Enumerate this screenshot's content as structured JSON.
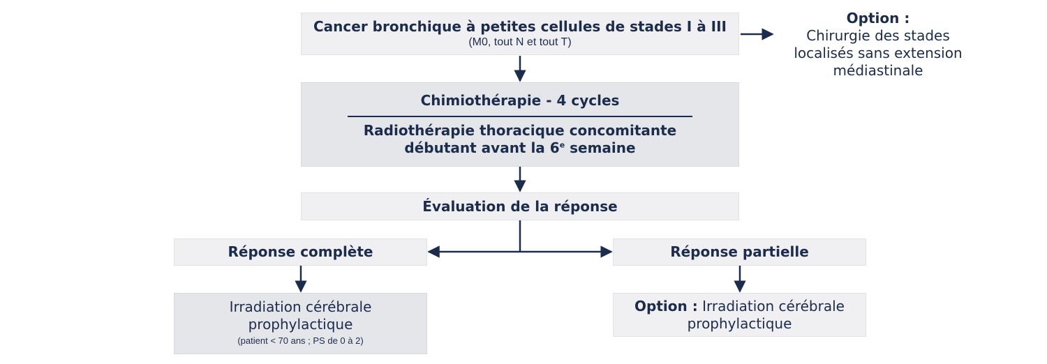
{
  "nodes": {
    "stage": {
      "title": "Cancer bronchique à petites cellules de stades I à III",
      "subtitle": "(M0, tout N et tout T)"
    },
    "option_surgery": {
      "label": "Option :",
      "text_line1": "Chirurgie des stades",
      "text_line2": "localisés sans extension",
      "text_line3": "médiastinale"
    },
    "treatment": {
      "chemo": "Chimiothérapie - 4 cycles",
      "radio_line1": "Radiothérapie thoracique concomitante",
      "radio_line2_before": "débutant avant la 6",
      "radio_line2_sup": "e",
      "radio_line2_after": " semaine"
    },
    "evaluation": {
      "title": "Évaluation de la réponse"
    },
    "complete_response": {
      "title": "Réponse complète"
    },
    "partial_response": {
      "title": "Réponse partielle"
    },
    "complete_action": {
      "line1": "Irradiation cérébrale",
      "line2": "prophylactique",
      "note": "(patient < 70 ans ; PS de 0 à 2)"
    },
    "partial_action": {
      "label": "Option :",
      "line1_rest": " Irradiation cérébrale",
      "line2": "prophylactique"
    }
  },
  "colors": {
    "text": "#1c2c4c",
    "arrow": "#1c2c4c",
    "box_light": "#f0f0f2",
    "box_mid": "#e5e6ea"
  }
}
